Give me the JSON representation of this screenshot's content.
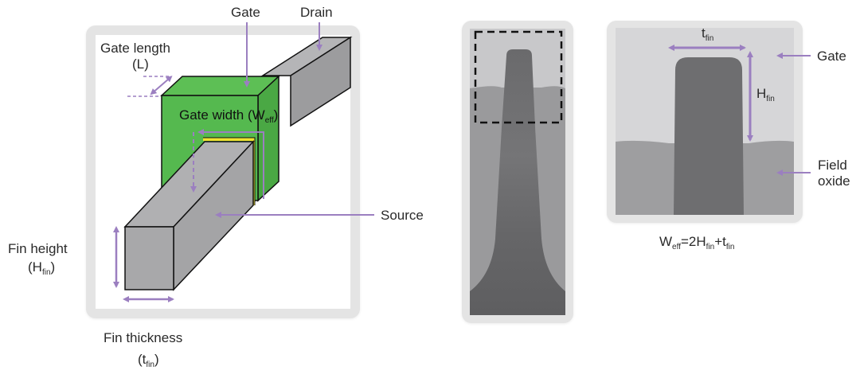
{
  "schematic": {
    "labels": {
      "gate": "Gate",
      "drain": "Drain",
      "gate_length": "Gate length",
      "gate_length_symbol": "(L)",
      "gate_width": "Gate width (W",
      "gate_width_sub": "eff",
      "gate_width_close": ")",
      "source": "Source",
      "fin_height": "Fin height",
      "fin_height_sym_open": "(H",
      "fin_height_sym_sub": "fin",
      "fin_height_sym_close": ")",
      "fin_thickness": "Fin thickness",
      "fin_thickness_sym_open": "(t",
      "fin_thickness_sym_sub": "fin",
      "fin_thickness_sym_close": ")"
    },
    "colors": {
      "gate": "#55b94f",
      "fin": "#a8a8aa",
      "oxide": "#f0e230",
      "arrow": "#9b7fc0",
      "panel": "#e4e4e4"
    }
  },
  "tem_full": {
    "description": "TEM cross-section of fin with dashed zoom region"
  },
  "tem_zoom": {
    "labels": {
      "t_fin": "t",
      "t_fin_sub": "fin",
      "h_fin": "H",
      "h_fin_sub": "fin",
      "gate": "Gate",
      "field_oxide_1": "Field",
      "field_oxide_2": "oxide"
    }
  },
  "formula": {
    "w": "W",
    "w_sub": "eff",
    "eq": "=2H",
    "h_sub": "fin",
    "plus": "+t",
    "t_sub": "fin"
  }
}
